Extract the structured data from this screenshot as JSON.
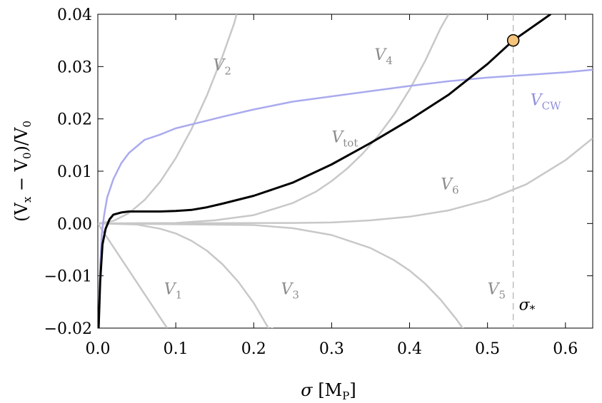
{
  "chart_data": {
    "type": "line",
    "xlabel": "σ [M_P]",
    "xlabel_main": "σ",
    "xlabel_unit_open": "[M",
    "xlabel_unit_sub": "P",
    "xlabel_unit_close": "]",
    "ylabel": "(V_x − V_0)/V_0",
    "xlim": [
      0,
      0.635
    ],
    "ylim": [
      -0.02,
      0.04
    ],
    "x_ticks": [
      {
        "value": 0.0,
        "label": "0.0"
      },
      {
        "value": 0.1,
        "label": "0.1"
      },
      {
        "value": 0.2,
        "label": "0.2"
      },
      {
        "value": 0.3,
        "label": "0.3"
      },
      {
        "value": 0.4,
        "label": "0.4"
      },
      {
        "value": 0.5,
        "label": "0.5"
      },
      {
        "value": 0.6,
        "label": "0.6"
      }
    ],
    "y_ticks": [
      {
        "value": -0.02,
        "label": "−0.02"
      },
      {
        "value": -0.01,
        "label": "−0.01"
      },
      {
        "value": 0.0,
        "label": "0.00"
      },
      {
        "value": 0.01,
        "label": "0.01"
      },
      {
        "value": 0.02,
        "label": "0.02"
      },
      {
        "value": 0.03,
        "label": "0.03"
      },
      {
        "value": 0.04,
        "label": "0.04"
      }
    ],
    "grid": false,
    "series": [
      {
        "name": "V_1",
        "label_main": "V",
        "label_sub": "1",
        "color": "#c8c8c8",
        "label_color": "#8c8c8c",
        "label_pos": [
          0.085,
          -0.0135
        ],
        "points": [
          [
            0.0,
            0.0
          ],
          [
            0.02,
            -0.0045
          ],
          [
            0.04,
            -0.009
          ],
          [
            0.06,
            -0.0135
          ],
          [
            0.08,
            -0.018
          ],
          [
            0.089,
            -0.02
          ]
        ]
      },
      {
        "name": "V_2",
        "label_main": "V",
        "label_sub": "2",
        "color": "#c8c8c8",
        "label_color": "#8c8c8c",
        "label_pos": [
          0.148,
          0.0293
        ],
        "points": [
          [
            0.0,
            0.0
          ],
          [
            0.02,
            0.0005
          ],
          [
            0.04,
            0.002
          ],
          [
            0.06,
            0.0045
          ],
          [
            0.08,
            0.008
          ],
          [
            0.1,
            0.0125
          ],
          [
            0.12,
            0.018
          ],
          [
            0.14,
            0.0245
          ],
          [
            0.16,
            0.032
          ],
          [
            0.175,
            0.0383
          ],
          [
            0.178,
            0.04
          ]
        ]
      },
      {
        "name": "V_3",
        "label_main": "V",
        "label_sub": "3",
        "color": "#c8c8c8",
        "label_color": "#8c8c8c",
        "label_pos": [
          0.235,
          -0.0135
        ],
        "points": [
          [
            0.0,
            0.0
          ],
          [
            0.05,
            -0.0002
          ],
          [
            0.08,
            -0.001
          ],
          [
            0.1,
            -0.0019
          ],
          [
            0.12,
            -0.0033
          ],
          [
            0.14,
            -0.0052
          ],
          [
            0.16,
            -0.0078
          ],
          [
            0.18,
            -0.0111
          ],
          [
            0.2,
            -0.0152
          ],
          [
            0.22,
            -0.0203
          ],
          [
            0.225,
            -0.02
          ]
        ]
      },
      {
        "name": "V_4",
        "label_main": "V",
        "label_sub": "4",
        "color": "#c8c8c8",
        "label_color": "#8c8c8c",
        "label_pos": [
          0.355,
          0.0313
        ],
        "points": [
          [
            0.0,
            0.0
          ],
          [
            0.1,
            0.0001
          ],
          [
            0.15,
            0.0006
          ],
          [
            0.2,
            0.0016
          ],
          [
            0.25,
            0.0039
          ],
          [
            0.28,
            0.0061
          ],
          [
            0.3,
            0.0081
          ],
          [
            0.32,
            0.0105
          ],
          [
            0.34,
            0.0134
          ],
          [
            0.36,
            0.0168
          ],
          [
            0.38,
            0.0208
          ],
          [
            0.4,
            0.0256
          ],
          [
            0.42,
            0.0311
          ],
          [
            0.44,
            0.0374
          ],
          [
            0.45,
            0.04
          ]
        ]
      },
      {
        "name": "V_5",
        "label_main": "V",
        "label_sub": "5",
        "color": "#c8c8c8",
        "label_color": "#8c8c8c",
        "label_pos": [
          0.5,
          -0.0135
        ],
        "points": [
          [
            0.0,
            0.0
          ],
          [
            0.2,
            -0.0003
          ],
          [
            0.25,
            -0.0009
          ],
          [
            0.3,
            -0.0022
          ],
          [
            0.35,
            -0.0047
          ],
          [
            0.38,
            -0.007
          ],
          [
            0.4,
            -0.009
          ],
          [
            0.42,
            -0.0115
          ],
          [
            0.44,
            -0.0146
          ],
          [
            0.46,
            -0.0183
          ],
          [
            0.47,
            -0.0204
          ],
          [
            0.468,
            -0.02
          ]
        ]
      },
      {
        "name": "V_6",
        "label_main": "V",
        "label_sub": "6",
        "color": "#c8c8c8",
        "label_color": "#8c8c8c",
        "label_pos": [
          0.44,
          0.0065
        ],
        "points": [
          [
            0.0,
            0.0
          ],
          [
            0.25,
            0.0001
          ],
          [
            0.3,
            0.0002
          ],
          [
            0.35,
            0.0006
          ],
          [
            0.4,
            0.0013
          ],
          [
            0.45,
            0.0025
          ],
          [
            0.5,
            0.0045
          ],
          [
            0.55,
            0.0075
          ],
          [
            0.6,
            0.0121
          ],
          [
            0.635,
            0.0163
          ]
        ]
      },
      {
        "name": "V_CW",
        "label_main": "V",
        "label_sub": "CW",
        "color": "#aaaaee",
        "label_color": "#9090dd",
        "label_pos": [
          0.555,
          0.0226
        ],
        "points": [
          [
            0.001,
            -0.02
          ],
          [
            0.003,
            -0.008
          ],
          [
            0.005,
            -0.002
          ],
          [
            0.008,
            0.0015
          ],
          [
            0.012,
            0.005
          ],
          [
            0.02,
            0.0085
          ],
          [
            0.03,
            0.0115
          ],
          [
            0.04,
            0.0135
          ],
          [
            0.06,
            0.016
          ],
          [
            0.08,
            0.017
          ],
          [
            0.1,
            0.0182
          ],
          [
            0.13,
            0.0193
          ],
          [
            0.16,
            0.0204
          ],
          [
            0.2,
            0.0218
          ],
          [
            0.25,
            0.0233
          ],
          [
            0.3,
            0.0243
          ],
          [
            0.35,
            0.0253
          ],
          [
            0.4,
            0.0263
          ],
          [
            0.45,
            0.0272
          ],
          [
            0.5,
            0.0279
          ],
          [
            0.55,
            0.0284
          ],
          [
            0.6,
            0.0289
          ],
          [
            0.635,
            0.0294
          ]
        ]
      },
      {
        "name": "V_tot",
        "label_main": "V",
        "label_sub": "tot",
        "color": "#000000",
        "label_color": "#8c8c8c",
        "label_pos": [
          0.3,
          0.0155
        ],
        "points": [
          [
            0.001,
            -0.02
          ],
          [
            0.003,
            -0.011
          ],
          [
            0.006,
            -0.004
          ],
          [
            0.01,
            -0.001
          ],
          [
            0.015,
            0.0008
          ],
          [
            0.02,
            0.0017
          ],
          [
            0.03,
            0.0021
          ],
          [
            0.04,
            0.0023
          ],
          [
            0.06,
            0.0023
          ],
          [
            0.08,
            0.0023
          ],
          [
            0.1,
            0.0024
          ],
          [
            0.12,
            0.0026
          ],
          [
            0.14,
            0.0031
          ],
          [
            0.16,
            0.0038
          ],
          [
            0.2,
            0.0053
          ],
          [
            0.25,
            0.0078
          ],
          [
            0.3,
            0.0113
          ],
          [
            0.35,
            0.0154
          ],
          [
            0.4,
            0.0198
          ],
          [
            0.45,
            0.0246
          ],
          [
            0.5,
            0.0305
          ],
          [
            0.533,
            0.035
          ],
          [
            0.58,
            0.0399
          ],
          [
            0.585,
            0.0406
          ]
        ]
      }
    ],
    "marker": {
      "x": 0.533,
      "y": 0.035,
      "color": "#f5c47a"
    },
    "vline": {
      "x": 0.533,
      "label_main": "σ",
      "label_sub": "*"
    }
  }
}
